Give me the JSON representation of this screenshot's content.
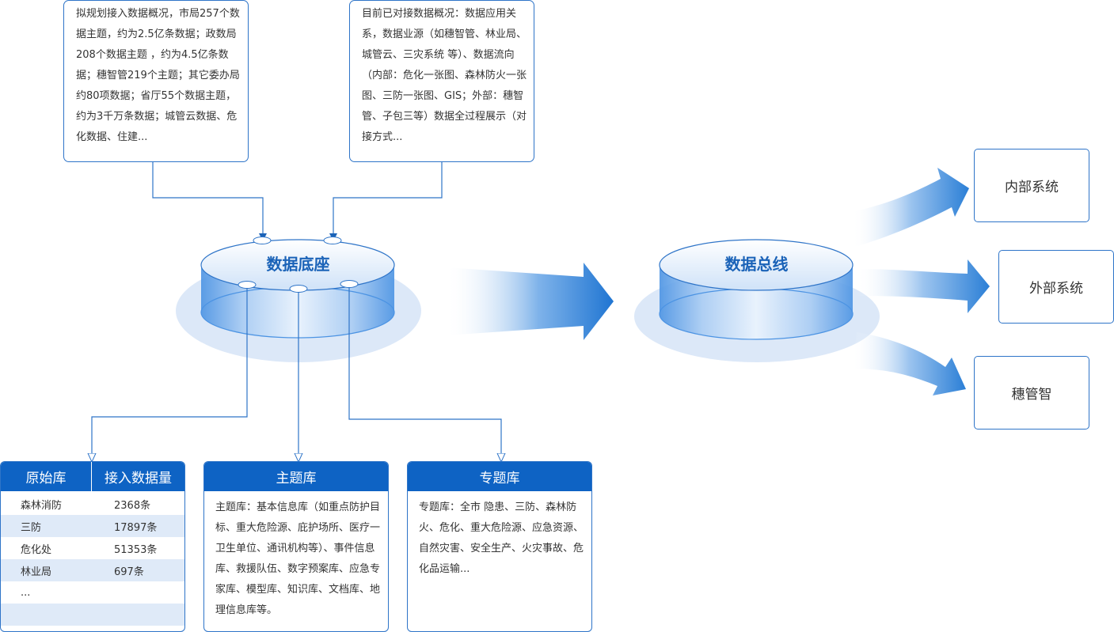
{
  "notes": {
    "planned": "拟规划接入数据概况，市局257个数据主题，约为2.5亿条数据；政数局208个数据主题 ，约为4.5亿条数据；穗智管219个主题；其它委办局约80项数据；省厅55个数据主题，约为3千万条数据；城管云数据、危化数据、住建...",
    "connected": "目前已对接数据概况：数据应用关系，数据业源（如穗智管、林业局、城管云、三灾系统 等）、数据流向（内部：危化一张图、森林防火一张图、三防一张图、GIS；外部：穗智管、子包三等）数据全过程展示（对接方式..."
  },
  "cylinders": {
    "base": "数据底座",
    "bus": "数据总线"
  },
  "systems": {
    "internal": "内部系统",
    "external": "外部系统",
    "suigzz": "穗管智"
  },
  "raw_db": {
    "headers": [
      "原始库",
      "接入数据量"
    ],
    "rows": [
      {
        "name": "森林消防",
        "value": "2368条"
      },
      {
        "name": "三防",
        "value": "17897条"
      },
      {
        "name": "危化处",
        "value": "51353条"
      },
      {
        "name": "林业局",
        "value": "697条"
      },
      {
        "name": "...",
        "value": ""
      },
      {
        "name": "",
        "value": ""
      }
    ]
  },
  "theme_db": {
    "title": "主题库",
    "text": "主题库：基本信息库（如重点防护目标、重大危险源、庇护场所、医疗一卫生单位、通讯机构等）、事件信息库、救援队伍、数字预案库、应急专家库、模型库、知识库、文档库、地理信息库等。"
  },
  "special_db": {
    "title": "专题库",
    "text": "专题库：全市 隐患、三防、森林防火、危化、重大危险源、应急资源、自然灾害、安全生产、火灾事故、危化品运输..."
  },
  "colors": {
    "primary": "#0e63c4",
    "border": "#2e74c8",
    "title": "#1b63b8",
    "arrow": "#2b7fd6",
    "halo": "#dce8f8"
  }
}
